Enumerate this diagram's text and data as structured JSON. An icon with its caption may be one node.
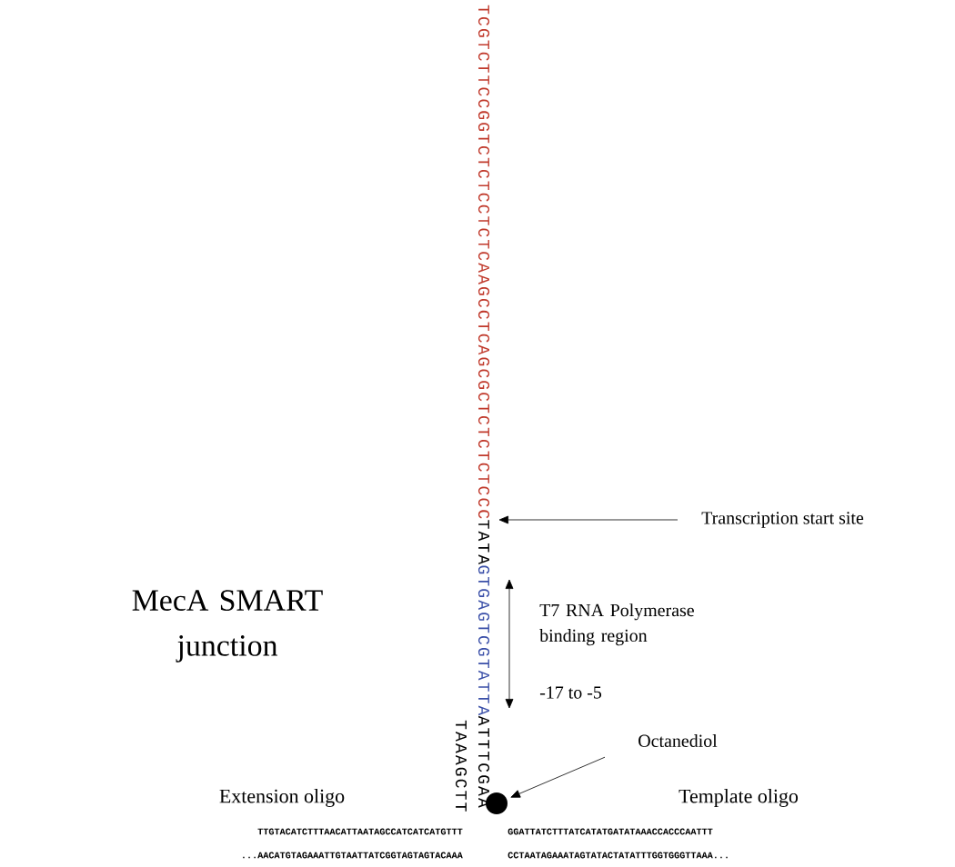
{
  "diagram": {
    "title": "MecA SMART junction",
    "nodes": [
      {
        "text": [
          "Transcription start site"
        ]
      },
      {
        "text": [
          "Octanediol"
        ]
      },
      {
        "text": [],
        "shape": "circle"
      }
    ],
    "edges": [
      {
        "from": 0,
        "to": null,
        "arrow": "to"
      },
      {
        "from": 1,
        "to": 2,
        "arrow": "to"
      }
    ],
    "labels": [
      "TCGTCTTCCGGTCTCTCCTCTCAAGCCTCAGCGCTCTCTCTCCC",
      "TATA",
      "GTGAGTCGTATTA",
      "TAAAGCTT",
      "ATTTCGAA",
      "T7 RNA Polymerase binding region",
      "-17 to -5",
      "Extension oligo",
      "Template oligo",
      "TTGTACATCTTTAACATTAATAGCCATCATCATGTTT",
      "GGATTATCTTTATCATATGATATAAACCACCCAATTT",
      "...AACATGTAGAAATTGTAATTATCGGTAGTAGTACAAA",
      "CCTAATAGAAATAGTATACTATATTTGGTGGGTTAAA..."
    ]
  }
}
